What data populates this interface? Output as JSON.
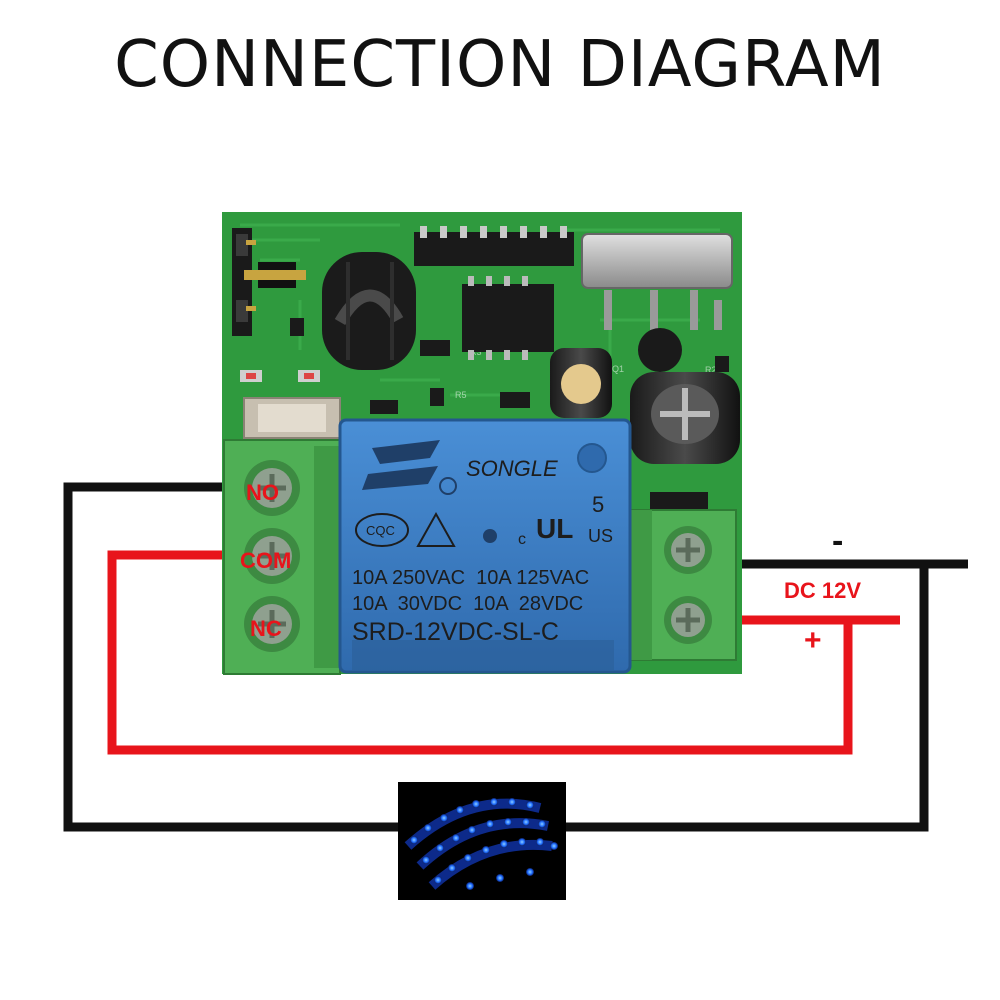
{
  "title": "CONNECTION DIAGRAM",
  "terminals": {
    "no": "NO",
    "com": "COM",
    "nc": "NC"
  },
  "relay": {
    "brand": "SONGLE",
    "number": "5",
    "cqc": "CQC",
    "us": "US",
    "c_mark": "c",
    "line1": "10A 250VAC  10A 125VAC",
    "line2": "10A  30VDC  10A  28VDC",
    "model": "SRD-12VDC-SL-C"
  },
  "power": {
    "label": "DC 12V",
    "minus": "-",
    "plus": "+"
  },
  "colors": {
    "wire_black": "#111111",
    "wire_red": "#e8141b",
    "pcb_green": "#2f9a3e",
    "relay_blue": "#3f7fc4",
    "terminal_green": "#4faf55",
    "led_blue": "#1e6cff"
  },
  "icons": {
    "led_strip": "led-strip-icon",
    "relay": "relay-icon",
    "coil": "antenna-coil-icon"
  }
}
